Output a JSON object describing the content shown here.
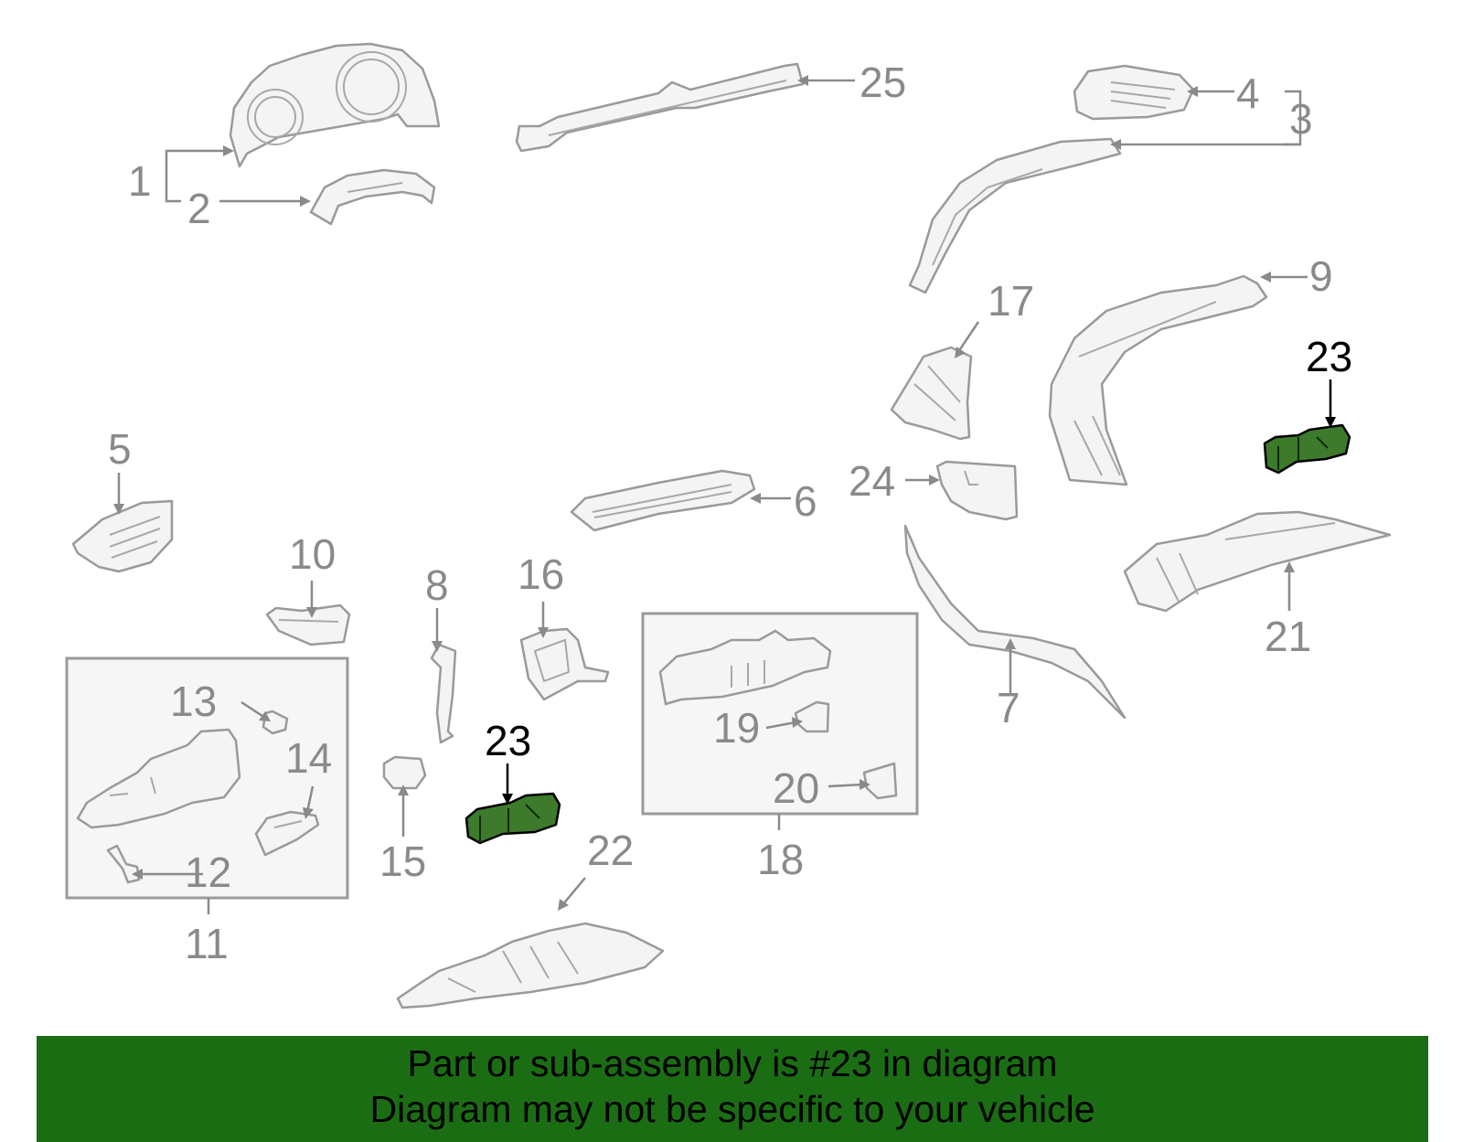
{
  "diagram": {
    "callouts": [
      {
        "id": "1",
        "text": "1"
      },
      {
        "id": "2",
        "text": "2"
      },
      {
        "id": "3",
        "text": "3"
      },
      {
        "id": "4",
        "text": "4"
      },
      {
        "id": "5",
        "text": "5"
      },
      {
        "id": "6",
        "text": "6"
      },
      {
        "id": "7",
        "text": "7"
      },
      {
        "id": "8",
        "text": "8"
      },
      {
        "id": "9",
        "text": "9"
      },
      {
        "id": "10",
        "text": "10"
      },
      {
        "id": "11",
        "text": "11"
      },
      {
        "id": "12",
        "text": "12"
      },
      {
        "id": "13",
        "text": "13"
      },
      {
        "id": "14",
        "text": "14"
      },
      {
        "id": "15",
        "text": "15"
      },
      {
        "id": "16",
        "text": "16"
      },
      {
        "id": "17",
        "text": "17"
      },
      {
        "id": "18",
        "text": "18"
      },
      {
        "id": "19",
        "text": "19"
      },
      {
        "id": "20",
        "text": "20"
      },
      {
        "id": "21",
        "text": "21"
      },
      {
        "id": "22",
        "text": "22"
      },
      {
        "id": "23a",
        "text": "23"
      },
      {
        "id": "23b",
        "text": "23"
      },
      {
        "id": "24",
        "text": "24"
      },
      {
        "id": "25",
        "text": "25"
      }
    ],
    "highlighted_part": "23",
    "colors": {
      "highlight_fill": "#3d7a2c",
      "banner_background": "#1b6d14",
      "outline_gray": "#9a9a9a",
      "label_gray": "#8a8a8a"
    }
  },
  "banner": {
    "line1": "Part or sub-assembly is #23 in diagram",
    "line2": "Diagram may not be specific to your vehicle"
  }
}
